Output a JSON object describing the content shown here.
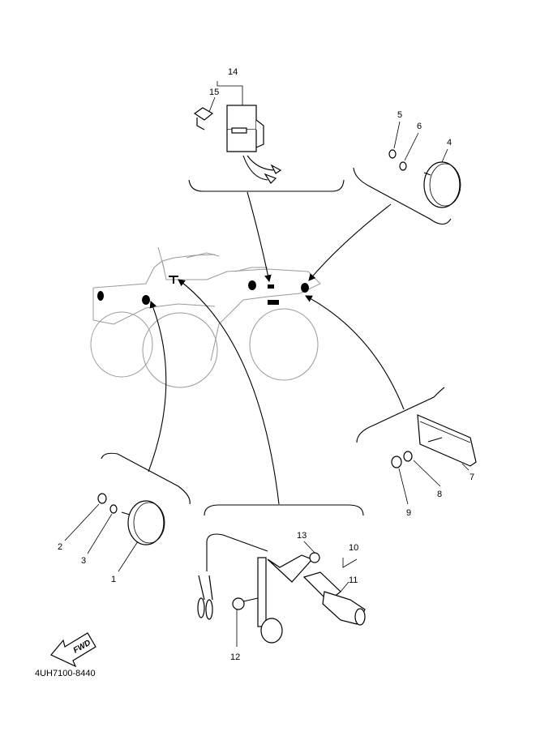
{
  "diagram": {
    "code": "4UH7100-8440",
    "fwd_label": "FWD",
    "callouts": {
      "c1": "1",
      "c2": "2",
      "c3": "3",
      "c4": "4",
      "c5": "5",
      "c6": "6",
      "c7": "7",
      "c8": "8",
      "c9": "9",
      "c10": "10",
      "c11": "11",
      "c12": "12",
      "c13": "13",
      "c14": "14",
      "c15": "15"
    }
  }
}
